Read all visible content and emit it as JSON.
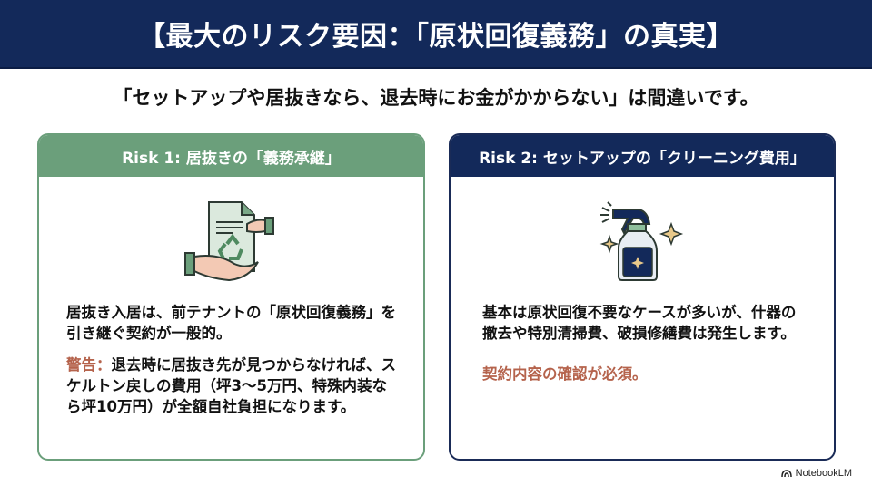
{
  "header": {
    "title": "【最大のリスク要因：「原状回復義務」の真実】"
  },
  "subtitle": "「セットアップや居抜きなら、退去時にお金がかからない」は間違いです。",
  "cards": [
    {
      "title": "Risk 1: 居抜きの「義務承継」",
      "icon": "document-handover-recycle-icon",
      "body": "居抜き入居は、前テナントの「原状回復義務」を引き継ぐ契約が一般的。",
      "warning_label": "警告：",
      "warning_text": "退去時に居抜き先が見つからなければ、スケルトン戻しの費用（坪3〜5万円、特殊内装なら坪10万円）が全額自社負担になります。",
      "color": "#6b9f7b"
    },
    {
      "title": "Risk 2: セットアップの「クリーニング費用」",
      "icon": "spray-bottle-icon",
      "body": "基本は原状回復不要なケースが多いが、什器の撤去や特別清掃費、破損修繕費は発生します。",
      "accent_text": "契約内容の確認が必須。",
      "color": "#13295a"
    }
  ],
  "colors": {
    "navy": "#13295a",
    "green": "#6b9f7b",
    "warning": "#b5634c"
  },
  "brand": {
    "label": "NotebookLM"
  }
}
